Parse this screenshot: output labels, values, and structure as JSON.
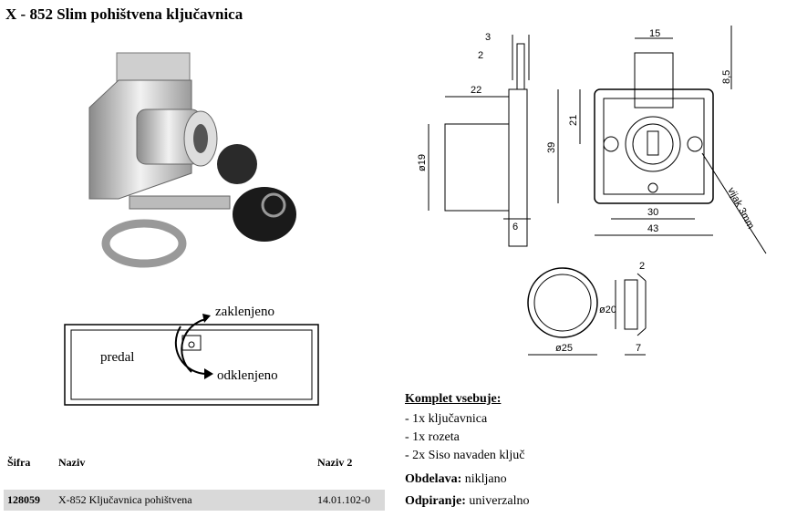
{
  "title": "X - 852 Slim pohištvena ključavnica",
  "diagram": {
    "state_locked": "zaklenjeno",
    "state_unlocked": "odklenjeno",
    "drawer": "predal"
  },
  "dims": {
    "d3": "3",
    "d2": "2",
    "d22": "22",
    "d19": "ø19",
    "d6": "6",
    "d15": "15",
    "d85": "8,5",
    "d21": "21",
    "d39": "39",
    "d30": "30",
    "d43": "43",
    "screw": "vijak 3mm",
    "r2": "2",
    "r20": "ø20",
    "r25": "ø25",
    "r7": "7"
  },
  "kit": {
    "heading": "Komplet vsebuje:",
    "items": [
      "- 1x ključavnica",
      "- 1x rozeta",
      "- 2x Siso navaden ključ"
    ]
  },
  "finish": {
    "label": "Obdelava:",
    "value": "nikljano"
  },
  "opening": {
    "label": "Odpiranje:",
    "value": "univerzalno"
  },
  "table": {
    "headers": [
      "Šifra",
      "Naziv",
      "Naziv 2"
    ],
    "rows": [
      [
        "128059",
        "X-852 Ključavnica pohištvena",
        "14.01.102-0"
      ]
    ]
  }
}
